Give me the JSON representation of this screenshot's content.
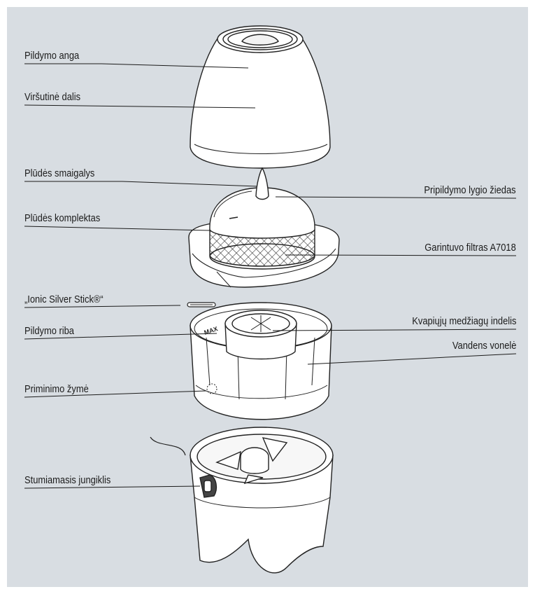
{
  "labels_left": [
    {
      "id": "fill-opening",
      "text": "Pildymo anga"
    },
    {
      "id": "top-part",
      "text": "Viršutinė dalis"
    },
    {
      "id": "float-spike",
      "text": "Plūdės smaigalys"
    },
    {
      "id": "float-assembly",
      "text": "Plūdės komplektas"
    },
    {
      "id": "ionic-silver-stick",
      "text": "„Ionic Silver Stick®“"
    },
    {
      "id": "fill-limit",
      "text": "Pildymo riba"
    },
    {
      "id": "reminder-mark",
      "text": "Priminimo žymė"
    },
    {
      "id": "slide-switch",
      "text": "Stumiamasis jungiklis"
    }
  ],
  "labels_right": [
    {
      "id": "fill-level-ring",
      "text": "Pripildymo lygio žiedas"
    },
    {
      "id": "evaporator-filter",
      "text": "Garintuvo filtras A7018"
    },
    {
      "id": "fragrance-container",
      "text": "Kvapiųjų medžiagų indelis"
    },
    {
      "id": "water-tray",
      "text": "Vandens vonelė"
    }
  ],
  "part_marks": {
    "fill_line": "MAX"
  },
  "colors": {
    "background": "#d8dde2",
    "line": "#1b1b1b",
    "part_fill": "#ffffff"
  }
}
